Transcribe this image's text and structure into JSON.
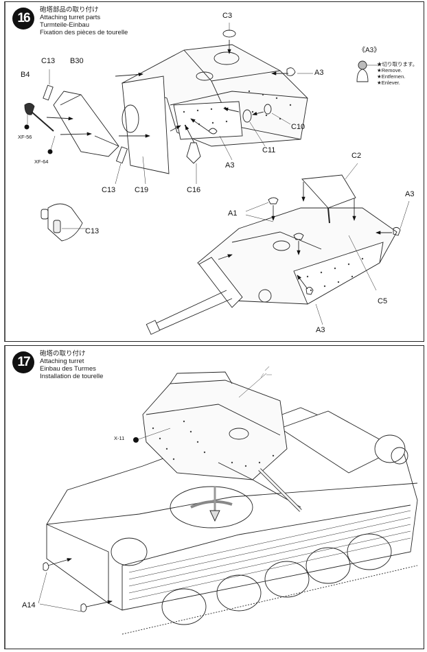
{
  "steps": [
    {
      "number": "16",
      "title_ja": "砲塔部品の取り付け",
      "title_en": "Attaching turret parts",
      "title_de": "Turmteile-Einbau",
      "title_fr": "Fixation des pièces de tourelle",
      "parts": {
        "c3": "C3",
        "c13_top": "C13",
        "b30": "B30",
        "b4": "B4",
        "xf56": "XF-56",
        "xf64": "XF-64",
        "a3_top": "A3",
        "c10": "C10",
        "c11": "C11",
        "a3_mid": "A3",
        "c13_bottom": "C13",
        "c19": "C19",
        "c16": "C16",
        "c13_detail": "C13",
        "c2": "C2",
        "a3_right": "A3",
        "a1": "A1",
        "c5": "C5",
        "a3_bottom": "A3"
      },
      "note": {
        "part": "《A3》",
        "items": [
          "★切り取ります。",
          "★Remove.",
          "★Entfernen.",
          "★Enlever."
        ]
      }
    },
    {
      "number": "17",
      "title_ja": "砲塔の取り付け",
      "title_en": "Attaching turret",
      "title_de": "Einbau des Turmes",
      "title_fr": "Installation de tourelle",
      "parts": {
        "x11": "X-11",
        "a14": "A14"
      }
    }
  ]
}
